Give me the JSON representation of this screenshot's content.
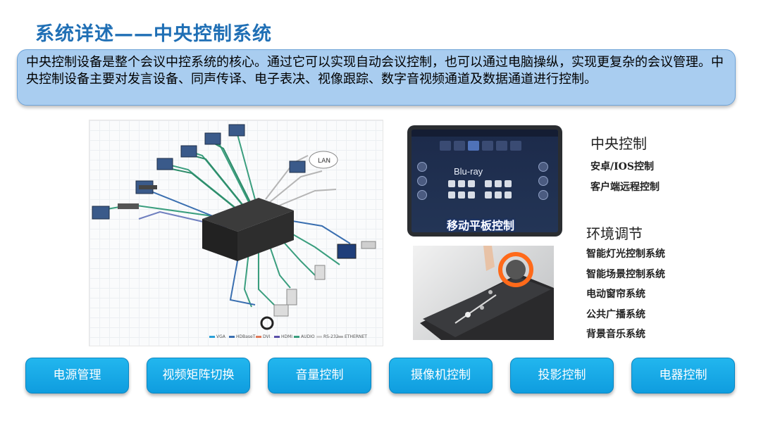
{
  "title": "系统详述——中央控制系统",
  "intro": "中央控制设备是整个会议中控系统的核心。通过它可以实现自动会议控制，也可以通过电脑操纵，实现更复杂的会议管理。中央控制设备主要对发言设备、同声传译、电子表决、视像跟踪、数字音视频通道及数据通道进行控制。",
  "diagram": {
    "cloud_label": "LAN",
    "legend": [
      "VGA",
      "HDBaseT",
      "DVI",
      "HDMI",
      "AUDIO",
      "RS-232",
      "ETHERNET"
    ]
  },
  "tablet": {
    "brand": "Blu-ray",
    "caption": "移动平板控制"
  },
  "central": {
    "heading": "中央控制",
    "items": [
      "安卓/IOS控制",
      "客户端远程控制"
    ]
  },
  "environment": {
    "heading": "环境调节",
    "items": [
      "智能灯光控制系统",
      "智能场景控制系统",
      "电动窗帘系统",
      "公共广播系统",
      "背景音乐系统"
    ]
  },
  "buttons": [
    "电源管理",
    "视频矩阵切换",
    "音量控制",
    "摄像机控制",
    "投影控制",
    "电器控制"
  ],
  "colors": {
    "title": "#1f6fb5",
    "intro_bg": "#a9cdf0",
    "button_bg": "#14a7e6",
    "cable_green": "#3a9e7e",
    "cable_blue": "#3a6fb0",
    "cable_gray": "#b5b5b5"
  }
}
